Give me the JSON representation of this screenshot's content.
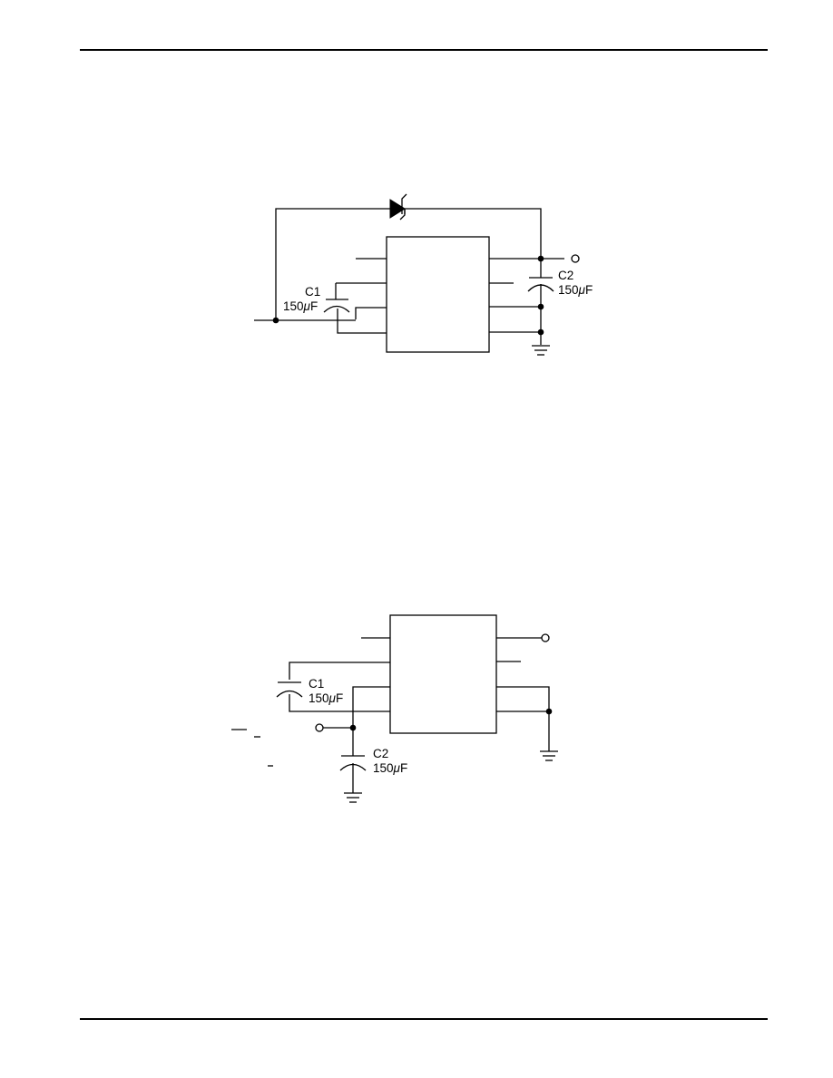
{
  "schematic_1": {
    "c1": {
      "ref": "C1",
      "value_prefix": "150",
      "value_unit_italic": "μ",
      "value_suffix": "F"
    },
    "c2": {
      "ref": "C2",
      "value_prefix": "150",
      "value_unit_italic": "μ",
      "value_suffix": "F"
    }
  },
  "schematic_2": {
    "c1": {
      "ref": "C1",
      "value_prefix": "150",
      "value_unit_italic": "μ",
      "value_suffix": "F"
    },
    "c2": {
      "ref": "C2",
      "value_prefix": "150",
      "value_unit_italic": "μ",
      "value_suffix": "F"
    }
  }
}
